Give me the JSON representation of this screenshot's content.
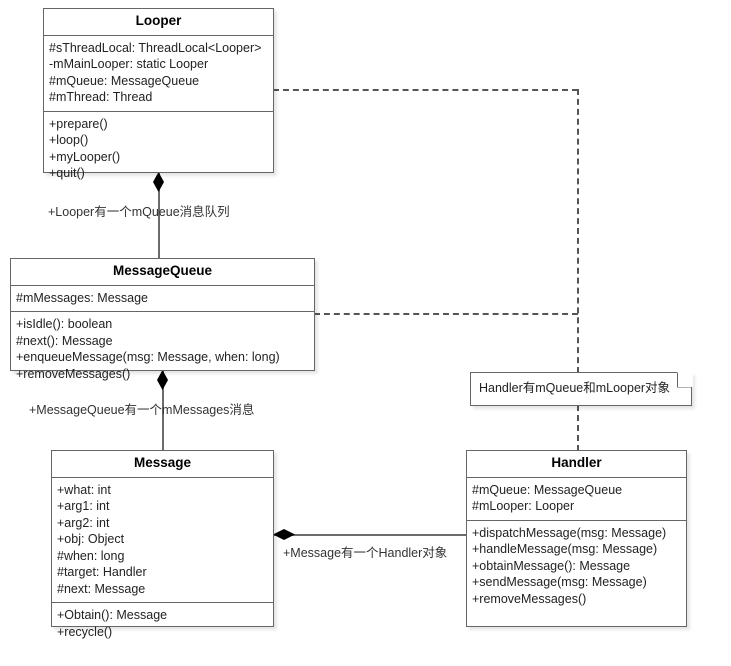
{
  "diagram": {
    "title": "Android Looper / MessageQueue / Message / Handler UML class diagram",
    "type": "uml-class-diagram",
    "colors": {
      "background": "#ffffff",
      "box_border": "#666666",
      "box_fill": "#ffffff",
      "text": "#222222",
      "connector": "#6b6b6b",
      "dashed_connector": "#555555",
      "diamond_fill": "#000000"
    }
  },
  "classes": [
    {
      "id": "looper",
      "name": "Looper",
      "attributes": [
        "#sThreadLocal: ThreadLocal<Looper>",
        "-mMainLooper: static Looper",
        "#mQueue: MessageQueue",
        "#mThread: Thread"
      ],
      "operations": [
        "+prepare()",
        "+loop()",
        "+myLooper()",
        "+quit()"
      ]
    },
    {
      "id": "messagequeue",
      "name": "MessageQueue",
      "attributes": [
        "#mMessages: Message"
      ],
      "operations": [
        "+isIdle(): boolean",
        "#next(): Message",
        "+enqueueMessage(msg: Message, when: long)",
        "+removeMessages()"
      ]
    },
    {
      "id": "message",
      "name": "Message",
      "attributes": [
        "+what: int",
        "+arg1: int",
        "+arg2: int",
        "+obj: Object",
        "#when: long",
        "#target: Handler",
        "#next: Message"
      ],
      "operations": [
        "+Obtain(): Message",
        "+recycle()"
      ]
    },
    {
      "id": "handler",
      "name": "Handler",
      "attributes": [
        "#mQueue: MessageQueue",
        "#mLooper: Looper"
      ],
      "operations": [
        "+dispatchMessage(msg: Message)",
        "+handleMessage(msg: Message)",
        "+obtainMessage(): Message",
        "+sendMessage(msg: Message)",
        "+removeMessages()"
      ]
    }
  ],
  "notes": [
    {
      "id": "handler-note",
      "text": "Handler有mQueue和mLooper对象"
    }
  ],
  "relations": [
    {
      "id": "looper-messagequeue",
      "from": "Looper",
      "to": "MessageQueue",
      "kind": "composition",
      "label": "+Looper有一个mQueue消息队列"
    },
    {
      "id": "messagequeue-message",
      "from": "MessageQueue",
      "to": "Message",
      "kind": "composition",
      "label": "+MessageQueue有一个mMessages消息"
    },
    {
      "id": "message-handler",
      "from": "Message",
      "to": "Handler",
      "kind": "composition",
      "label": "+Message有一个Handler对象"
    },
    {
      "id": "looper-note",
      "from": "Looper",
      "to": "Handler note",
      "kind": "dependency-dashed",
      "label": ""
    },
    {
      "id": "messagequeue-note",
      "from": "MessageQueue",
      "to": "Handler note",
      "kind": "dependency-dashed",
      "label": ""
    },
    {
      "id": "note-handler",
      "from": "Handler note",
      "to": "Handler",
      "kind": "dependency-dashed",
      "label": ""
    }
  ]
}
